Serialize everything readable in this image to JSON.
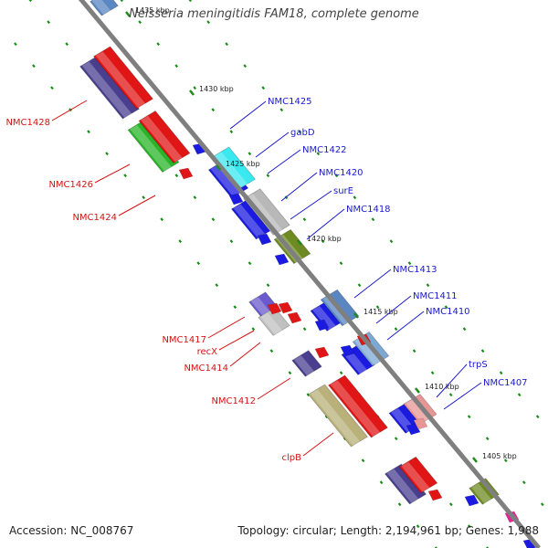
{
  "title": "Neisseria meningitidis FAM18, complete genome",
  "footer": {
    "accession": "Accession: NC_008767",
    "summary": "Topology: circular; Length: 2,194,961 bp; Genes: 1,988"
  },
  "colors": {
    "backbone": "#7f7f7f",
    "tick": "#1e8a1e",
    "label_plus": "#1a1acc",
    "label_minus": "#d21414"
  },
  "scale_labels": [
    "1435 kbp",
    "1430 kbp",
    "1425 kbp",
    "1420 kbp",
    "1415 kbp",
    "1410 kbp",
    "1405 kbp"
  ],
  "genes_minus_strand": [
    {
      "label": "NMC1428"
    },
    {
      "label": "NMC1426"
    },
    {
      "label": "NMC1424"
    },
    {
      "label": "NMC1417"
    },
    {
      "label": "recX"
    },
    {
      "label": "NMC1414"
    },
    {
      "label": "NMC1412"
    },
    {
      "label": "clpB"
    }
  ],
  "genes_plus_strand": [
    {
      "label": "NMC1425"
    },
    {
      "label": "gabD"
    },
    {
      "label": "NMC1422"
    },
    {
      "label": "NMC1420"
    },
    {
      "label": "surE"
    },
    {
      "label": "NMC1418"
    },
    {
      "label": "NMC1413"
    },
    {
      "label": "NMC1411"
    },
    {
      "label": "NMC1410"
    },
    {
      "label": "trpS"
    },
    {
      "label": "NMC1407"
    }
  ]
}
